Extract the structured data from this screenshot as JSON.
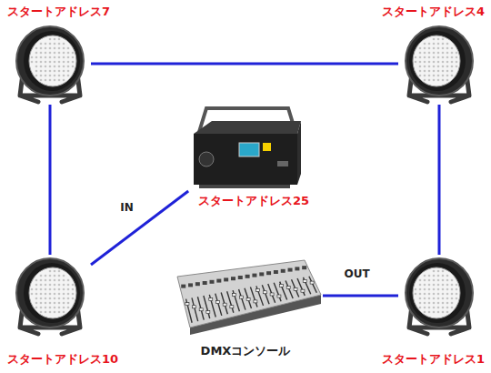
{
  "diagram": {
    "nodes": [
      {
        "text": [
          "スタートアドレス7"
        ]
      },
      {
        "text": [
          "スタートアドレス4"
        ]
      },
      {
        "text": [
          "スタートアドレス25"
        ]
      },
      {
        "text": [
          "スタートアドレス10"
        ]
      },
      {
        "text": [
          "DMXコンソール"
        ]
      },
      {
        "text": [
          "スタートアドレス1"
        ]
      }
    ],
    "edges": [
      {
        "from": 4,
        "to": 5,
        "label": "OUT",
        "arrow": "none"
      },
      {
        "from": 5,
        "to": 1,
        "arrow": "none"
      },
      {
        "from": 1,
        "to": 0,
        "arrow": "none"
      },
      {
        "from": 0,
        "to": 3,
        "arrow": "none"
      },
      {
        "from": 3,
        "to": 2,
        "label": "IN",
        "arrow": "none"
      }
    ]
  }
}
